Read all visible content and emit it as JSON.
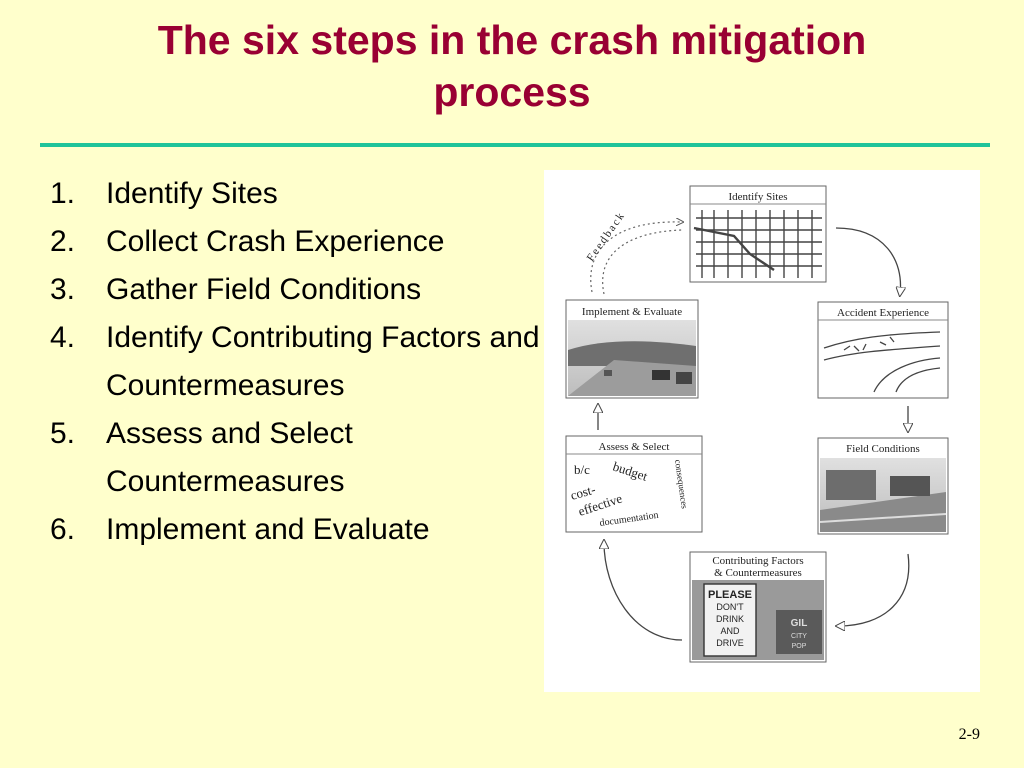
{
  "slide": {
    "title_line1": "The six steps in the crash mitigation",
    "title_line2": "process",
    "page_number": "2-9",
    "colors": {
      "background": "#ffffcc",
      "title": "#990033",
      "rule": "#1fc49a"
    }
  },
  "steps": [
    {
      "num": "1.",
      "text": "Identify Sites"
    },
    {
      "num": "2.",
      "text": "Collect Crash Experience"
    },
    {
      "num": "3.",
      "text": "Gather Field Conditions"
    },
    {
      "num": "4.",
      "text": "Identify Contributing Factors and Countermeasures"
    },
    {
      "num": "5.",
      "text": "Assess and Select Countermeasures"
    },
    {
      "num": "6.",
      "text": "Implement and Evaluate"
    }
  ],
  "diagram": {
    "feedback_label": "Feedback",
    "boxes": {
      "identify": "Identify Sites",
      "accident": "Accident Experience",
      "field": "Field Conditions",
      "contributing_line1": "Contributing Factors",
      "contributing_line2": "& Countermeasures",
      "assess": "Assess & Select",
      "implement": "Implement & Evaluate"
    },
    "assess_words": {
      "bc": "b/c",
      "budget": "budget",
      "cost": "cost-",
      "effective": "effective",
      "consequences": "consequences",
      "documentation": "documentation"
    },
    "sign_lines": [
      "PLEASE",
      "DON'T",
      "DRINK",
      "AND",
      "DRIVE"
    ],
    "city_sign": [
      "GIL",
      "CITY",
      "POP"
    ]
  }
}
